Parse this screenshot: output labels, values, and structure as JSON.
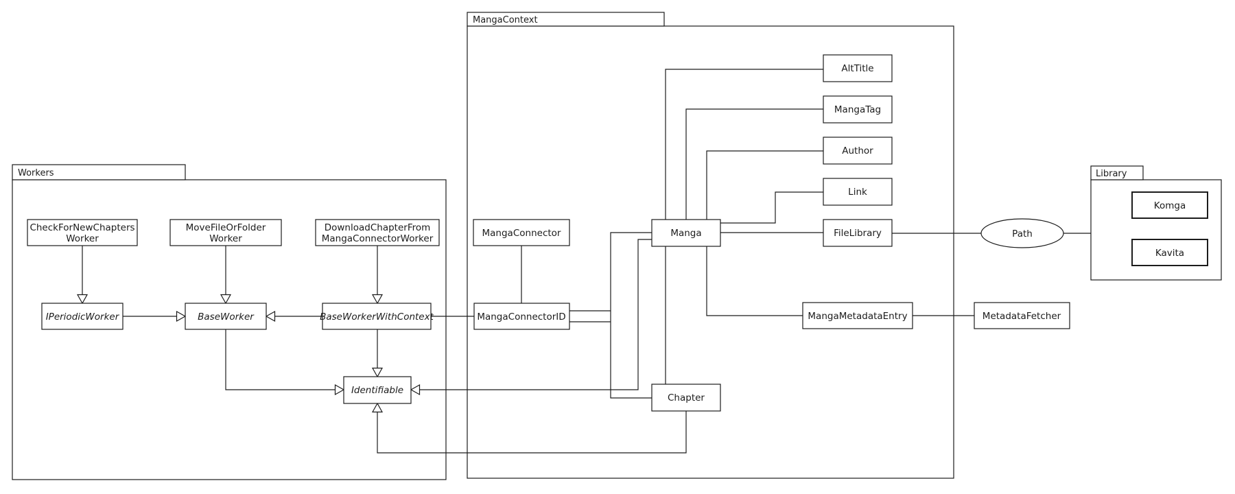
{
  "diagram": {
    "type": "uml-class-diagram",
    "colors": {
      "stroke": "#1b1b1b",
      "background": "#ffffff",
      "node_fill": "#ffffff"
    },
    "packages": {
      "workers": {
        "label": "Workers"
      },
      "mangaContext": {
        "label": "MangaContext"
      },
      "library": {
        "label": "Library"
      }
    },
    "nodes": {
      "checkForNewChaptersWorker": {
        "line1": "CheckForNewChapters",
        "line2": "Worker"
      },
      "moveFileOrFolderWorker": {
        "line1": "MoveFileOrFolder",
        "line2": "Worker"
      },
      "downloadChapterFromMangaConnectorWorker": {
        "line1": "DownloadChapterFrom",
        "line2": "MangaConnectorWorker"
      },
      "iPeriodicWorker": {
        "label": "IPeriodicWorker",
        "style": "italic"
      },
      "baseWorker": {
        "label": "BaseWorker",
        "style": "italic"
      },
      "baseWorkerWithContext": {
        "label": "BaseWorkerWithContext",
        "style": "italic"
      },
      "identifiable": {
        "label": "Identifiable",
        "style": "italic"
      },
      "mangaConnector": {
        "label": "MangaConnector"
      },
      "mangaConnectorId": {
        "label": "MangaConnectorID"
      },
      "manga": {
        "label": "Manga"
      },
      "chapter": {
        "label": "Chapter"
      },
      "altTitle": {
        "label": "AltTitle"
      },
      "mangaTag": {
        "label": "MangaTag"
      },
      "author": {
        "label": "Author"
      },
      "link": {
        "label": "Link"
      },
      "fileLibrary": {
        "label": "FileLibrary"
      },
      "mangaMetadataEntry": {
        "label": "MangaMetadataEntry"
      },
      "metadataFetcher": {
        "label": "MetadataFetcher"
      },
      "path": {
        "label": "Path",
        "shape": "ellipse"
      },
      "komga": {
        "label": "Komga"
      },
      "kavita": {
        "label": "Kavita"
      }
    },
    "edges": [
      {
        "from": "CheckForNewChaptersWorker",
        "to": "IPeriodicWorker",
        "type": "realization"
      },
      {
        "from": "MoveFileOrFolderWorker",
        "to": "BaseWorker",
        "type": "realization"
      },
      {
        "from": "DownloadChapterFromMangaConnectorWorker",
        "to": "BaseWorkerWithContext",
        "type": "realization"
      },
      {
        "from": "IPeriodicWorker",
        "to": "BaseWorker",
        "type": "realization"
      },
      {
        "from": "BaseWorkerWithContext",
        "to": "BaseWorker",
        "type": "realization"
      },
      {
        "from": "BaseWorkerWithContext",
        "to": "Identifiable",
        "type": "realization"
      },
      {
        "from": "BaseWorker",
        "to": "Identifiable",
        "type": "realization"
      },
      {
        "from": "Manga",
        "to": "Identifiable",
        "type": "realization"
      },
      {
        "from": "Chapter",
        "to": "Identifiable",
        "type": "realization"
      },
      {
        "from": "BaseWorkerWithContext",
        "to": "MangaConnectorID",
        "type": "association"
      },
      {
        "from": "MangaConnector",
        "to": "MangaConnectorID",
        "type": "association"
      },
      {
        "from": "MangaConnectorID",
        "to": "Manga",
        "type": "association"
      },
      {
        "from": "MangaConnectorID",
        "to": "Chapter",
        "type": "association"
      },
      {
        "from": "Manga",
        "to": "AltTitle",
        "type": "association"
      },
      {
        "from": "Manga",
        "to": "MangaTag",
        "type": "association"
      },
      {
        "from": "Manga",
        "to": "Author",
        "type": "association"
      },
      {
        "from": "Manga",
        "to": "Link",
        "type": "association"
      },
      {
        "from": "Manga",
        "to": "FileLibrary",
        "type": "association"
      },
      {
        "from": "Manga",
        "to": "Chapter",
        "type": "association"
      },
      {
        "from": "Manga",
        "to": "MangaMetadataEntry",
        "type": "association"
      },
      {
        "from": "MangaMetadataEntry",
        "to": "MetadataFetcher",
        "type": "association"
      },
      {
        "from": "FileLibrary",
        "to": "Path",
        "type": "association"
      },
      {
        "from": "Path",
        "to": "Library",
        "type": "association"
      }
    ]
  }
}
